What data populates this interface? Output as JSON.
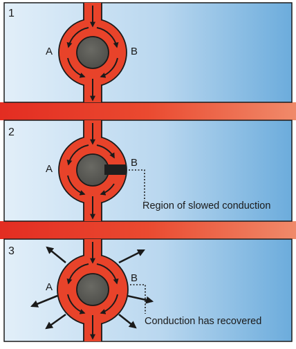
{
  "panels": [
    {
      "number": "1",
      "left_label": "A",
      "right_label": "B"
    },
    {
      "number": "2",
      "left_label": "A",
      "right_label": "B",
      "note": "Region of slowed conduction"
    },
    {
      "number": "3",
      "left_label": "A",
      "right_label": "B",
      "note": "Conduction has recovered"
    }
  ],
  "colors": {
    "tissue": "#e8432a",
    "core": "#5a5a55",
    "background_light": "#dcebf7",
    "background_blue": "#6fb0de",
    "outline": "#1a1a1a"
  }
}
